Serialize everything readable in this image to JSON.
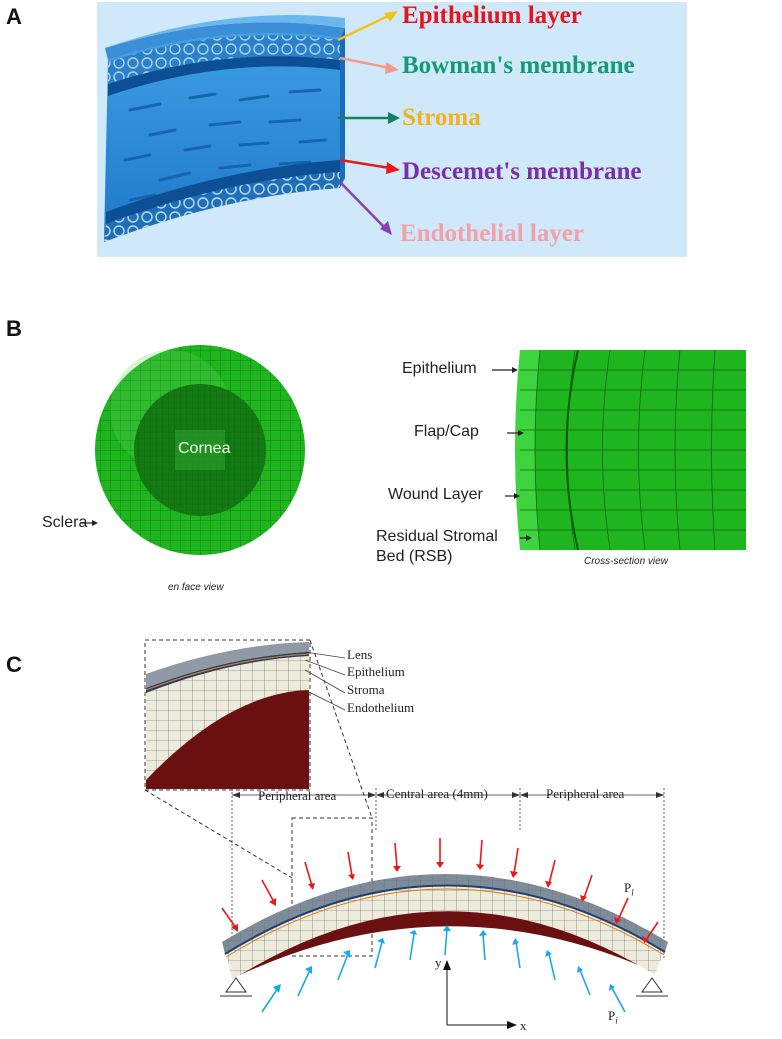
{
  "panels": {
    "a": "A",
    "b": "B",
    "c": "C"
  },
  "panel_a": {
    "layers": [
      {
        "label": "Epithelium layer",
        "color": "#e8141c"
      },
      {
        "label": "Bowman's membrane",
        "color": "#149b73"
      },
      {
        "label": "Stroma",
        "color": "#f2b21b"
      },
      {
        "label": "Descemet's membrane",
        "color": "#7a2fa6"
      },
      {
        "label": "Endothelial layer",
        "color": "#f4a0a8"
      }
    ]
  },
  "panel_b": {
    "cornea": "Cornea",
    "sclera": "Sclera",
    "en_face_caption": "en face view",
    "cross_section_caption": "Cross-section view",
    "labels": [
      "Epithelium",
      "Flap/Cap",
      "Wound Layer",
      "Residual Stromal",
      "Bed (RSB)"
    ]
  },
  "panel_c": {
    "inset_labels": [
      "Lens",
      "Epithelium",
      "Stroma",
      "Endothelium"
    ],
    "areas": [
      "Peripheral area",
      "Central area (4mm)",
      "Peripheral area"
    ],
    "pressure_top": "P",
    "pressure_top_sub": "l",
    "pressure_bottom": "P",
    "pressure_bottom_sub": "i",
    "axis_x": "x",
    "axis_y": "y"
  },
  "colors": {
    "mesh_green": "#1fb51f",
    "cornea_green": "#137a13",
    "tissue_blue": "#2a8fd6",
    "arrow_red": "#e81818",
    "arrow_blue": "#1aa8e8",
    "endothelium_red": "#6b1010"
  }
}
